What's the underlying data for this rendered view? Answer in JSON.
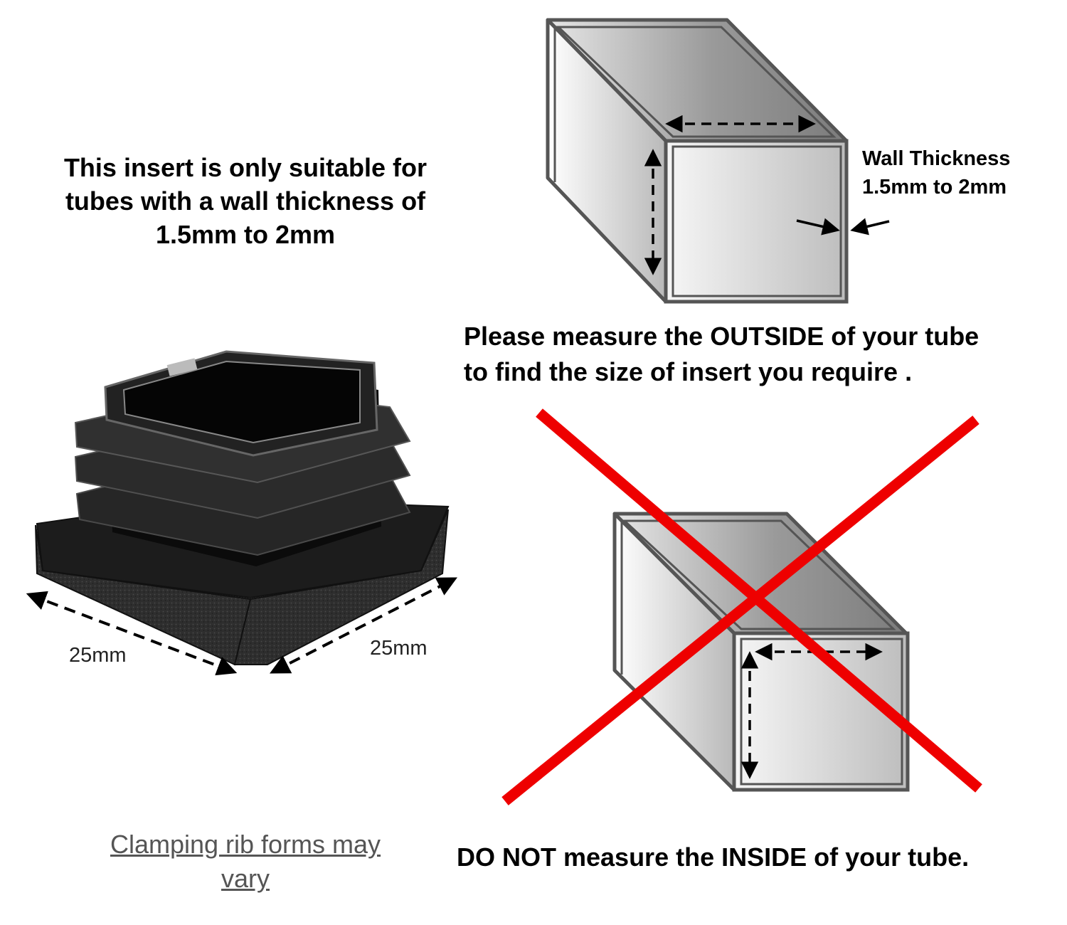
{
  "headline": {
    "line1": "This insert is only suitable for",
    "line2": "tubes with a wall thickness of",
    "line3": "1.5mm to 2mm"
  },
  "wall_label": {
    "line1": "Wall Thickness",
    "line2": "1.5mm to 2mm"
  },
  "instruction": {
    "line1": "Please measure the OUTSIDE of your tube",
    "line2": "to find the size of insert you require ."
  },
  "dimensions": {
    "front": "25mm",
    "side": "25mm"
  },
  "note": "Clamping rib forms may vary",
  "warning": "DO NOT measure the INSIDE of your tube.",
  "colors": {
    "cross": "#ee0000",
    "outline": "#555555",
    "arrow": "#000000",
    "plastic": "#1a1a1a"
  }
}
